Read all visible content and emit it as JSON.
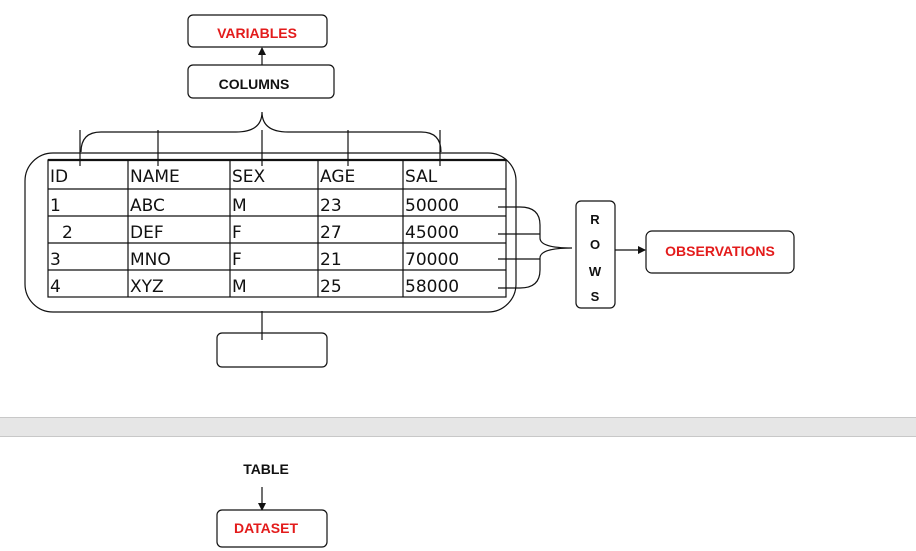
{
  "labels": {
    "variables": "VARIABLES",
    "columns": "COLUMNS",
    "observations": "OBSERVATIONS",
    "rows_letters": [
      "R",
      "O",
      "W",
      "S"
    ],
    "table": "TABLE",
    "dataset": "DATASET",
    "empty_box": ""
  },
  "table": {
    "headers": [
      "ID",
      "NAME",
      "SEX",
      "AGE",
      "SAL"
    ],
    "rows": [
      [
        "1",
        "ABC",
        "M",
        "23",
        "50000"
      ],
      [
        "2",
        "DEF",
        "F",
        "27",
        "45000"
      ],
      [
        "3",
        "MNO",
        "F",
        "21",
        "70000"
      ],
      [
        "4",
        "XYZ",
        "M",
        "25",
        "58000"
      ]
    ]
  },
  "colors": {
    "accent_red": "#e31b1b",
    "stroke": "#111111",
    "band": "#e6e6e6"
  }
}
